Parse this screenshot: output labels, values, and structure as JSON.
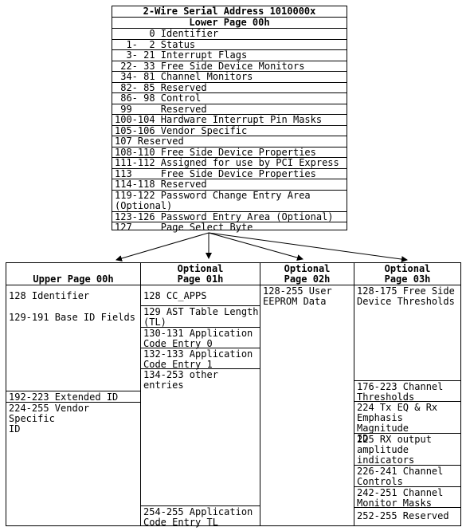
{
  "lower": {
    "title": "2-Wire Serial Address 1010000x",
    "subtitle": "Lower Page 00h",
    "rows": [
      "      0 Identifier",
      "  1-  2 Status",
      "  3- 21 Interrupt Flags",
      " 22- 33 Free Side Device Monitors",
      " 34- 81 Channel Monitors",
      " 82- 85 Reserved",
      " 86- 98 Control",
      " 99     Reserved",
      "100-104 Hardware Interrupt Pin Masks",
      "105-106 Vendor Specific",
      "107 Reserved",
      "108-110 Free Side Device Properties",
      "111-112 Assigned for use by PCI Express",
      "113     Free Side Device Properties",
      "114-118 Reserved",
      "119-122 Password Change Entry Area\n(Optional)",
      "123-126 Password Entry Area (Optional)",
      "127     Page Select Byte"
    ]
  },
  "upper": {
    "columns": [
      {
        "header_line1": "",
        "header_line2": "Upper Page 00h",
        "cells": [
          "128 Identifier",
          "129-191 Base ID Fields",
          "192-223 Extended ID",
          "224-255 Vendor Specific\nID"
        ]
      },
      {
        "header_line1": "Optional",
        "header_line2": "Page 01h",
        "cells": [
          "128 CC_APPS",
          "129 AST Table Length\n(TL)",
          "130-131 Application\nCode Entry 0",
          "132-133 Application\nCode Entry 1",
          "134-253 other entries",
          "254-255 Application\nCode Entry TL"
        ]
      },
      {
        "header_line1": "Optional",
        "header_line2": "Page 02h",
        "cells": [
          "128-255 User\nEEPROM Data"
        ]
      },
      {
        "header_line1": "Optional",
        "header_line2": "Page 03h",
        "cells": [
          "128-175 Free Side\nDevice Thresholds",
          "176-223 Channel\nThresholds",
          "224 Tx EQ & Rx\nEmphasis Magnitude\nID",
          "225 RX output\namplitude\nindicators",
          "226-241 Channel\nControls",
          "242-251 Channel\nMonitor Masks",
          "252-255 Reserved"
        ]
      }
    ]
  }
}
